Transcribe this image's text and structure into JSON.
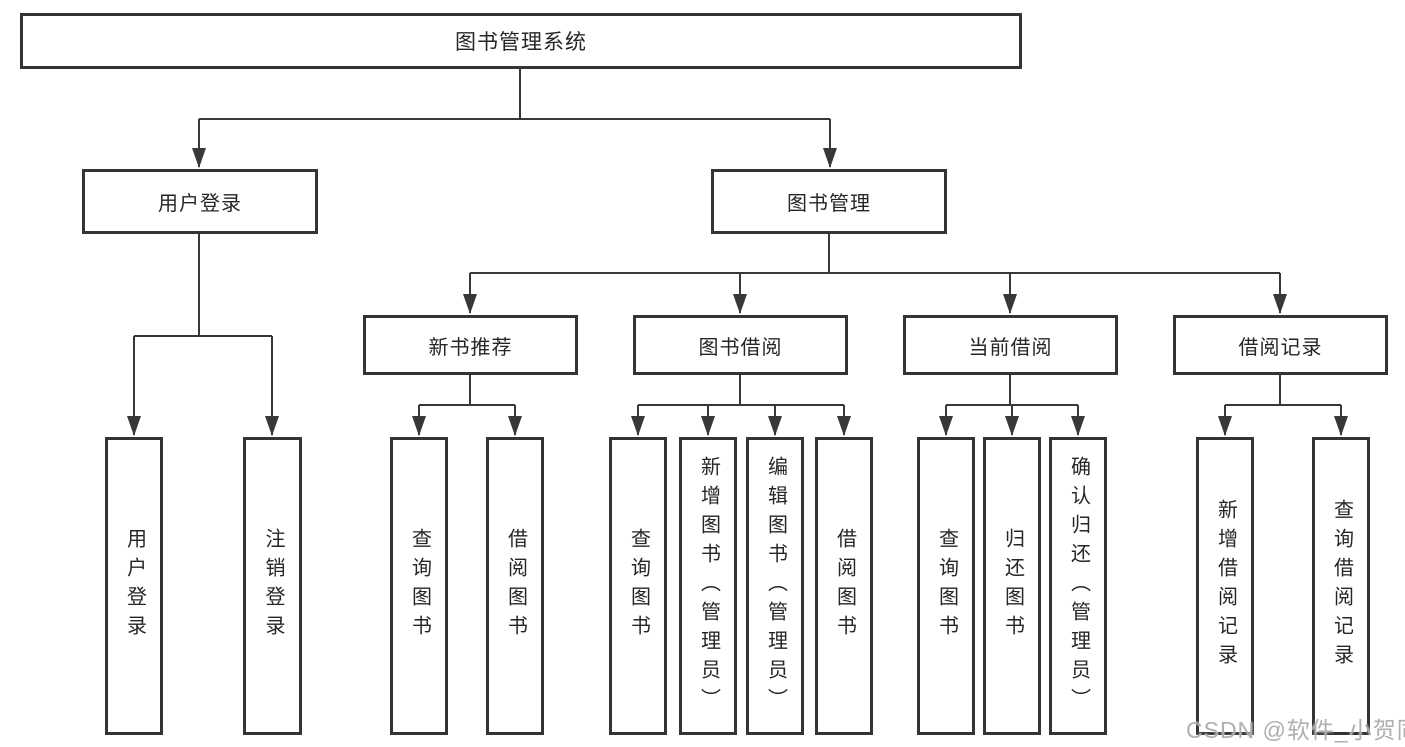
{
  "nodes": {
    "root": "图书管理系统",
    "level2": [
      "用户登录",
      "图书管理"
    ],
    "level3": [
      "新书推荐",
      "图书借阅",
      "当前借阅",
      "借阅记录"
    ],
    "leaves": {
      "user_login": [
        "用户登录",
        "注销登录"
      ],
      "new_books": [
        "查询图书",
        "借阅图书"
      ],
      "book_borrow": [
        "查询图书",
        "新增图书（管理员）",
        "编辑图书（管理员）",
        "借阅图书"
      ],
      "current_borrow": [
        "查询图书",
        "归还图书",
        "确认归还（管理员）"
      ],
      "borrow_records": [
        "新增借阅记录",
        "查询借阅记录"
      ]
    }
  },
  "watermark": "CSDN @软件_小贺同学",
  "colors": {
    "line": "#383838",
    "border": "#343434",
    "text": "#262626",
    "background": "#ffffff",
    "watermark": "#a8a8a8"
  }
}
